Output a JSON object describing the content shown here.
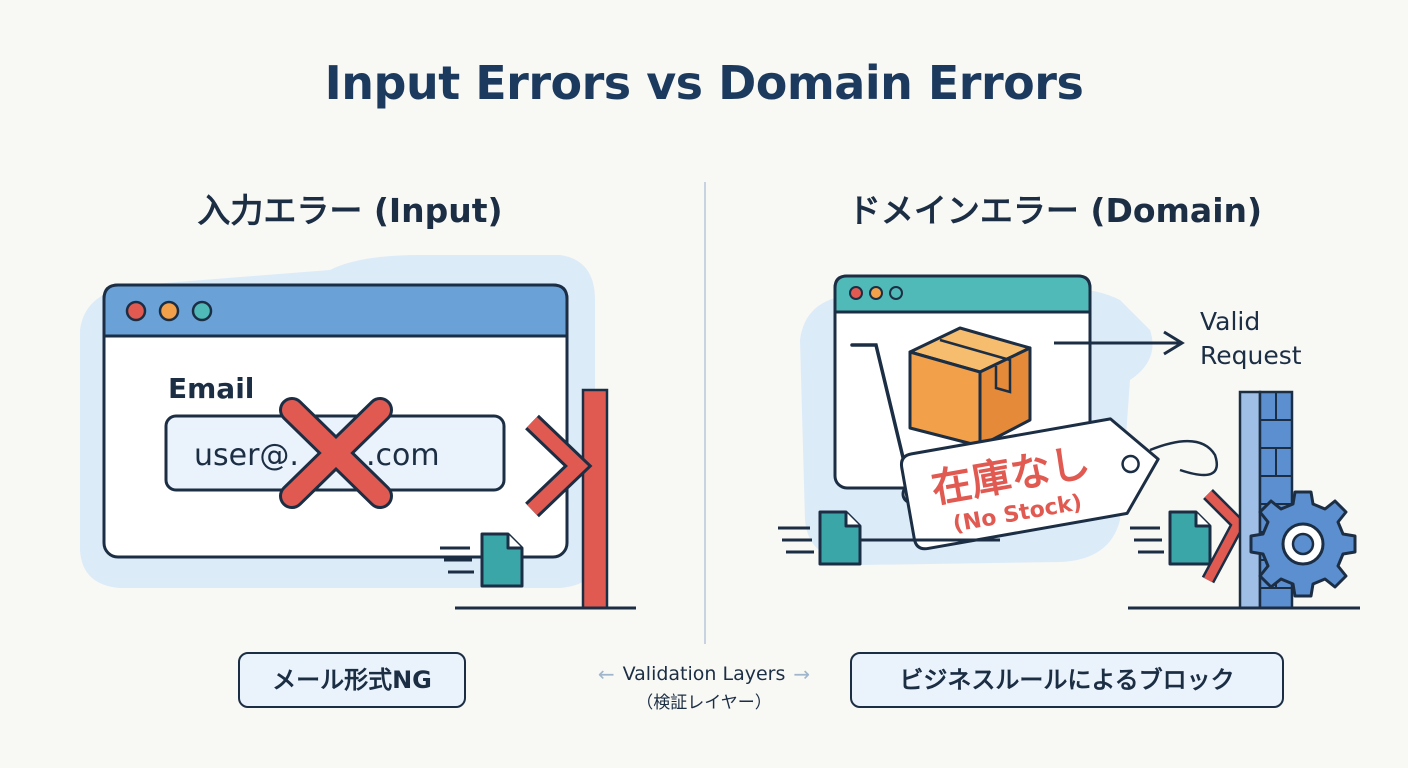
{
  "title": "Input Errors vs Domain Errors",
  "input_panel": {
    "title": "入力エラー (Input)",
    "field_label": "Email",
    "field_value_left": "user@.",
    "field_value_right": ".com",
    "result_tag": "メール形式NG",
    "icons": [
      "window-dots-icon",
      "cross-mark-icon",
      "wall-barrier-icon",
      "document-icon"
    ]
  },
  "domain_panel": {
    "title": "ドメインエラー (Domain)",
    "arrow_label_line1": "Valid",
    "arrow_label_line2": "Request",
    "tag_main": "在庫なし",
    "tag_sub": "(No Stock)",
    "result_tag": "ビジネスルールによるブロック",
    "icons": [
      "shopping-cart-icon",
      "package-box-icon",
      "price-tag-icon",
      "brick-wall-icon",
      "gear-icon",
      "document-icon"
    ]
  },
  "center": {
    "layers_label": "Validation Layers",
    "layers_sub": "（検証レイヤー）",
    "arrow_left": "←",
    "arrow_right": "→"
  },
  "colors": {
    "navy": "#1c2e44",
    "title_blue": "#1c3a5e",
    "window_blue": "#6aa2d8",
    "window_teal": "#4fbab8",
    "error_red": "#e05a52",
    "box_orange": "#f2a04a",
    "doc_teal": "#3aa6a8",
    "light_blue_bg": "#dcebf8",
    "wall_blue": "#5b8fd0",
    "gear_blue": "#5b8fd0"
  }
}
